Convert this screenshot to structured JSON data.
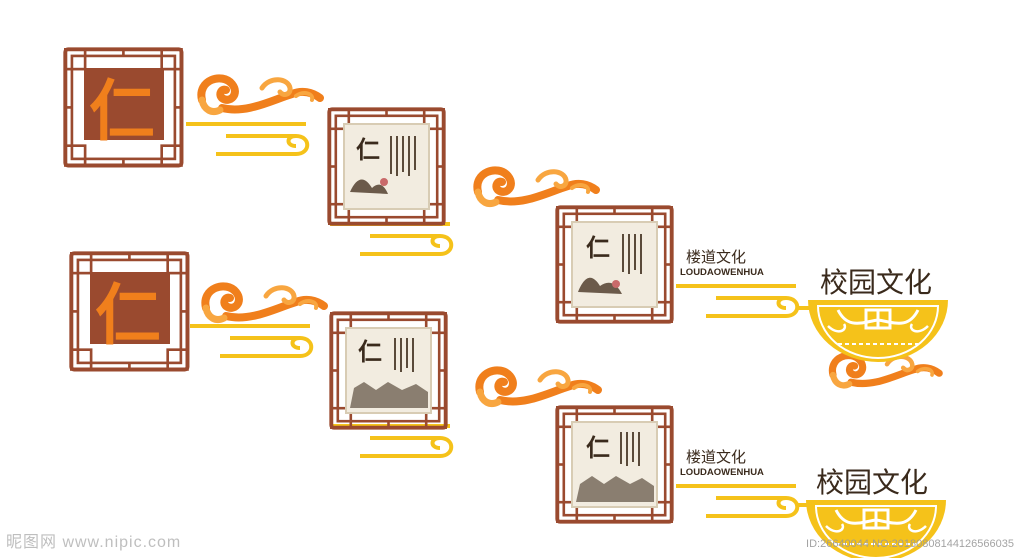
{
  "colors": {
    "frame_brown": "#9a4a2f",
    "frame_light": "#b65a3a",
    "gold": "#f5c21a",
    "gold_dark": "#e0a800",
    "orange": "#f07f1c",
    "orange_light": "#f8a640",
    "ink": "#3a2a1c",
    "paper": "#f2ece0"
  },
  "big_character": "仁",
  "panel_character": "仁",
  "stair_label_cn": "楼道文化",
  "stair_label_en": "LOUDAOWENHUA",
  "campus_title": "校园文化",
  "watermark_left": "昵图网 www.nipic.com",
  "watermark_right": "ID:26640044 NO:20180808144126566035",
  "icons": [
    "cloud-swirl-icon",
    "lattice-frame-icon",
    "seal-ornament-icon"
  ]
}
